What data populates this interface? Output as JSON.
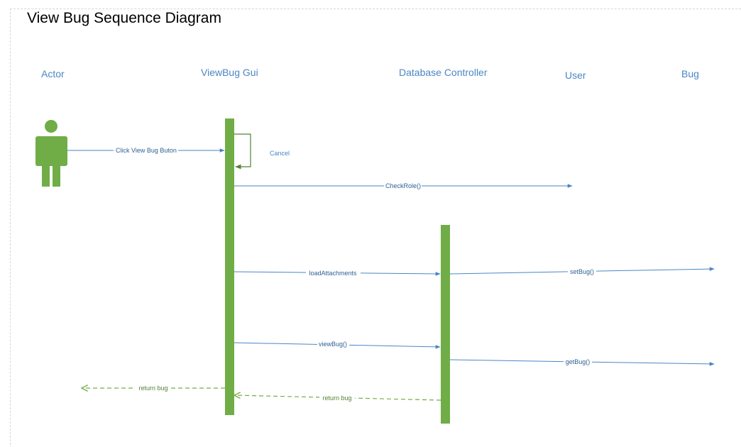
{
  "title": "View Bug Sequence Diagram",
  "lifelines": {
    "actor": "Actor",
    "gui": "ViewBug Gui",
    "db": "Database Controller",
    "user": "User",
    "bug": "Bug"
  },
  "messages": {
    "click": "Click View Bug Buton",
    "cancel": "Cancel",
    "checkrole": "CheckRole()",
    "load": "loadAttachments",
    "setbug": "setBug()",
    "viewbug": "viewBug()",
    "getbug": "getBug()",
    "return_gui": "return bug",
    "return_db": "return bug"
  },
  "colors": {
    "activation": "#70ad47",
    "message": "#4a86c5",
    "return": "#548235",
    "lifeline_text": "#4a86c5"
  }
}
